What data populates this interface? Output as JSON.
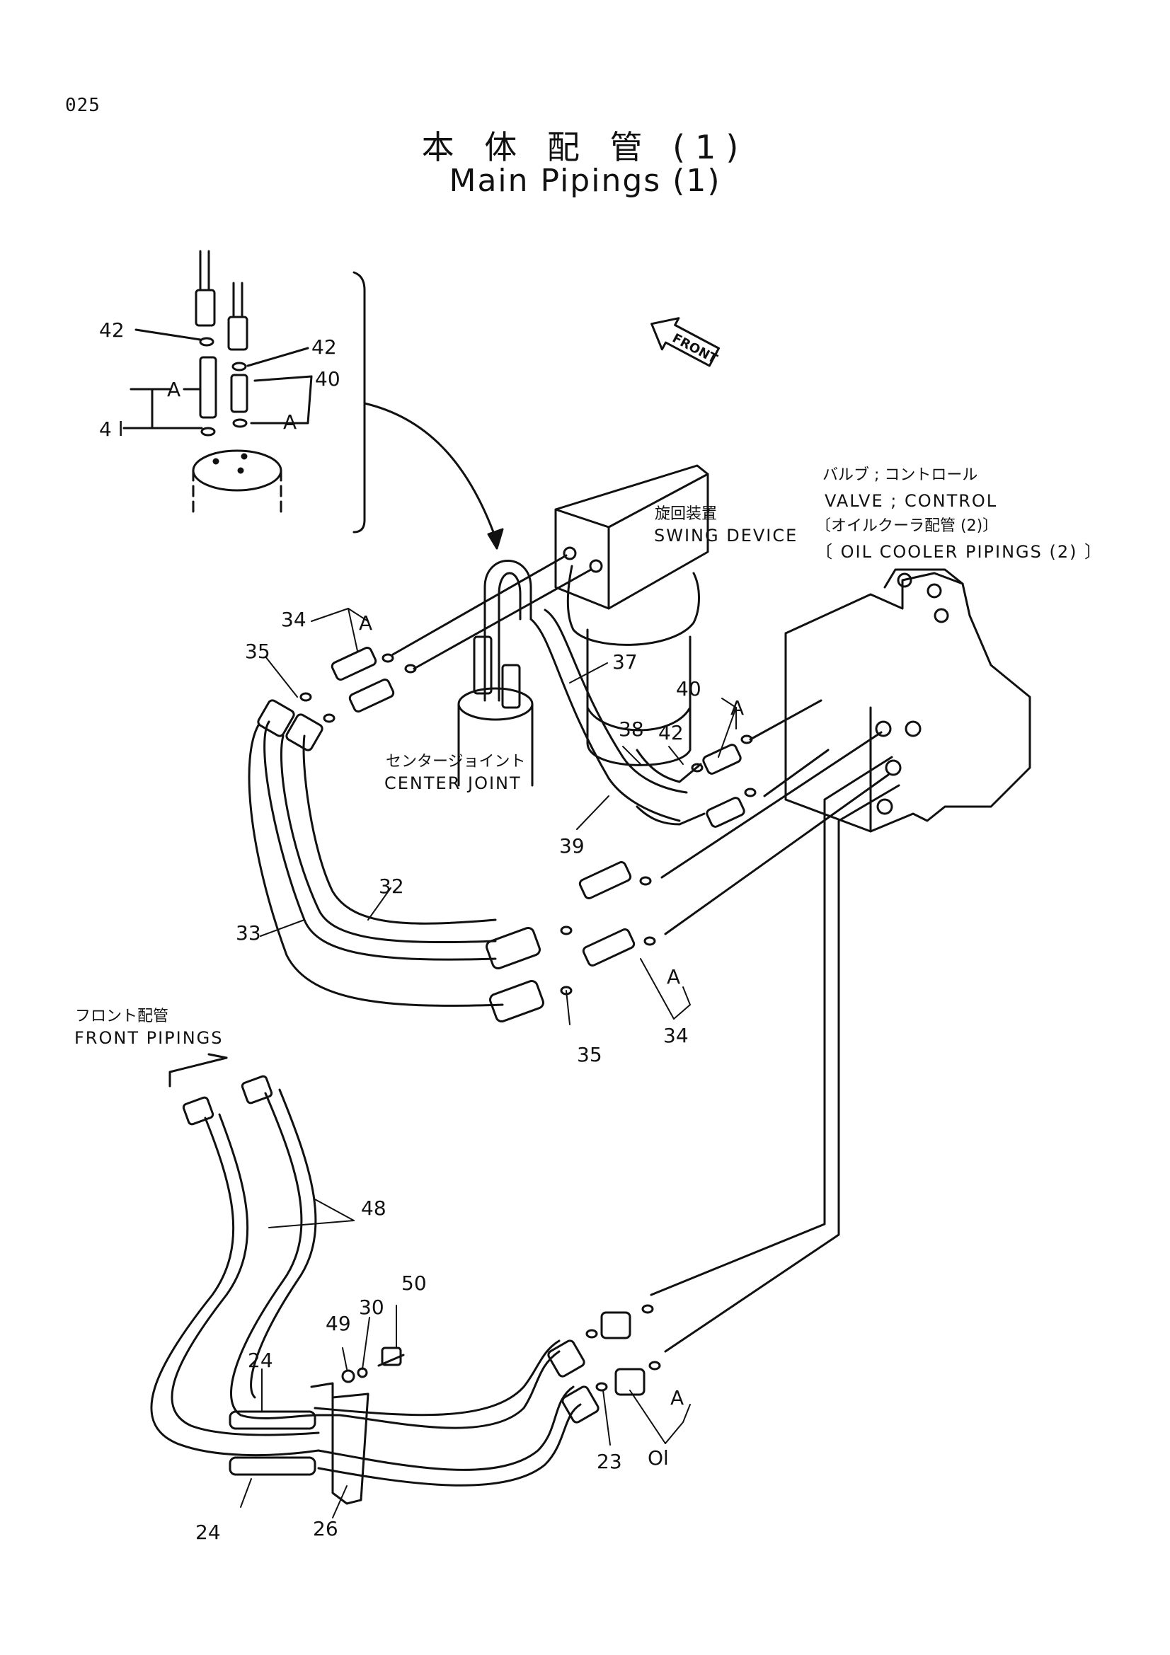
{
  "page_number": "025",
  "title_jp": "本 体 配 管 (1)",
  "title_en": "Main Pipings (1)",
  "front_arrow_text": "FRONT",
  "captions": {
    "swing_jp": "旋回装置",
    "swing_en": "SWING DEVICE",
    "valve_jp": "バルブ ; コントロール",
    "valve_en": "VALVE ; CONTROL",
    "oil_jp": "〔オイルクーラ配管 (2)〕",
    "oil_en": "〔 OIL COOLER PIPINGS (2) 〕",
    "center_jp": "センタージョイント",
    "center_en": "CENTER JOINT",
    "front_jp": "フロント配管",
    "front_en": "FRONT PIPINGS"
  },
  "labels": {
    "p42a": "42",
    "p42b": "42",
    "p40a": "40",
    "pA1": "A",
    "pA2": "A",
    "p41": "4 l",
    "p34a": "34",
    "pA3": "A",
    "p35a": "35",
    "p37": "37",
    "p40b": "40",
    "pA4": "A",
    "p38": "38",
    "p42c": "42",
    "p39": "39",
    "p32": "32",
    "p33": "33",
    "p35b": "35",
    "pA5": "A",
    "p34b": "34",
    "p48": "48",
    "p50": "50",
    "p49": "49",
    "p30": "30",
    "p24a": "24",
    "p24b": "24",
    "p26": "26",
    "p23": "23",
    "p01": "Ol",
    "pA6": "A"
  }
}
